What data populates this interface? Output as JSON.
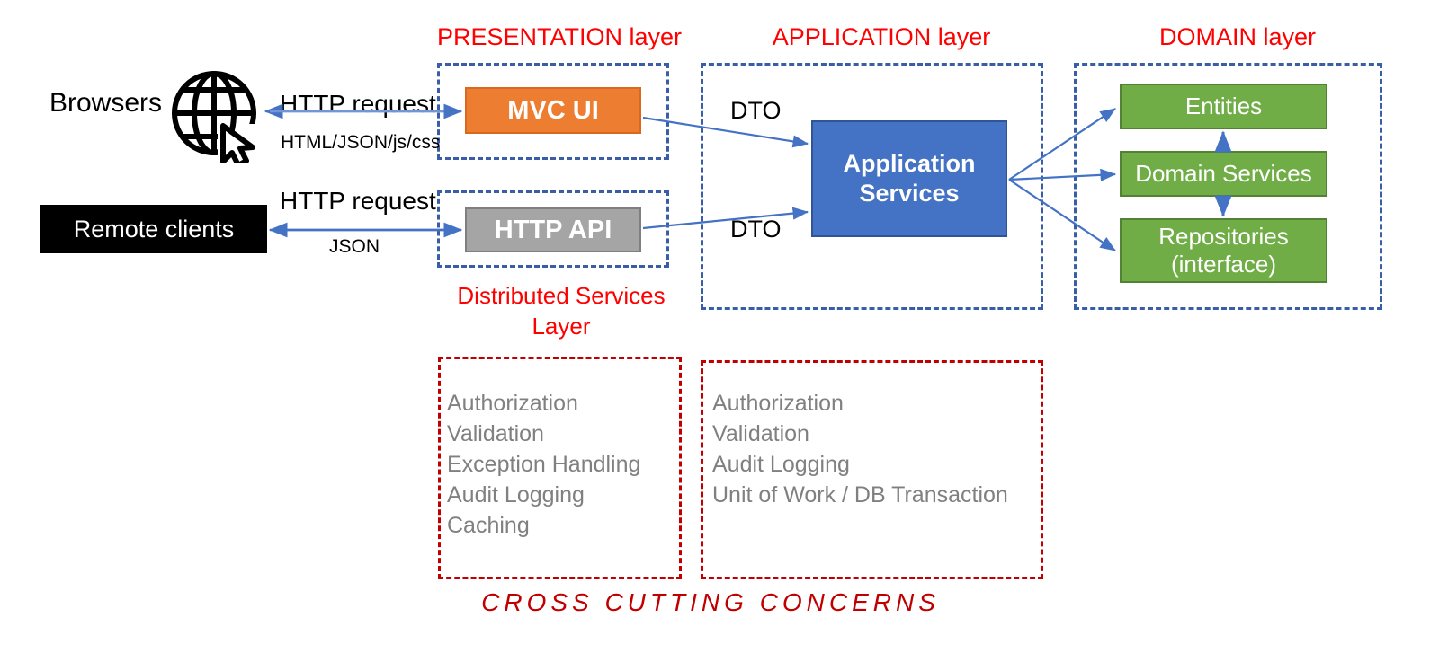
{
  "diagram": {
    "title_presentation": "PRESENTATION layer",
    "title_application": "APPLICATION layer",
    "title_domain": "DOMAIN layer",
    "title_distributed_services": "Distributed Services Layer",
    "cross_cutting_caption": "CROSS CUTTING CONCERNS"
  },
  "clients": {
    "browsers_label": "Browsers",
    "remote_clients_label": "Remote clients",
    "globe_icon": "globe-cursor-icon"
  },
  "connectors": {
    "browser_request": "HTTP request",
    "browser_response": "HTML/JSON/js/css",
    "remote_request": "HTTP request",
    "remote_response": "JSON",
    "dto_top": "DTO",
    "dto_bottom": "DTO"
  },
  "presentation": {
    "components": [
      {
        "label": "MVC UI",
        "color": "#ED7D31"
      },
      {
        "label": "HTTP API",
        "color": "#A5A5A5"
      }
    ]
  },
  "application": {
    "component": {
      "label_line1": "Application",
      "label_line2": "Services",
      "color": "#4472C4"
    }
  },
  "domain": {
    "components": [
      {
        "label_line1": "Entities",
        "label_line2": "",
        "color": "#70AD47"
      },
      {
        "label_line1": "Domain Services",
        "label_line2": "",
        "color": "#70AD47"
      },
      {
        "label_line1": "Repositories",
        "label_line2": "(interface)",
        "color": "#70AD47"
      }
    ]
  },
  "cross_cutting": {
    "distributed_services_concerns": [
      "Authorization",
      "Validation",
      "Exception Handling",
      "Audit Logging",
      "Caching"
    ],
    "application_concerns": [
      "Authorization",
      "Validation",
      "Audit Logging",
      "Unit of Work / DB Transaction"
    ]
  },
  "colors": {
    "layer_border": "#3A5DA8",
    "ccc_border": "#C00000",
    "title_red": "#FF0000",
    "arrow_blue": "#4472C4",
    "ccc_text_gray": "#808080"
  }
}
